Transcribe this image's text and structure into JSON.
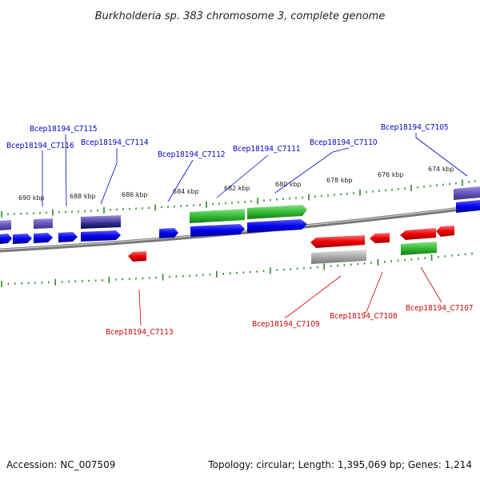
{
  "title": "Burkholderia sp. 383 chromosome 3, complete genome",
  "footer": {
    "accession": "Accession: NC_007509",
    "summary": "Topology: circular; Length: 1,395,069 bp; Genes: 1,214"
  },
  "scale_labels": [
    "674 kbp",
    "676 kbp",
    "678 kbp",
    "680 kbp",
    "682 kbp",
    "684 kbp",
    "686 kbp",
    "688 kbp",
    "690 kbp"
  ],
  "gene_labels_top": [
    "Bcep18194_C7115",
    "Bcep18194_C7116",
    "Bcep18194_C7114",
    "Bcep18194_C7112",
    "Bcep18194_C7111",
    "Bcep18194_C7110",
    "Bcep18194_C7105"
  ],
  "gene_labels_bottom": [
    "Bcep18194_C7113",
    "Bcep18194_C7109",
    "Bcep18194_C7108",
    "Bcep18194_C7107"
  ],
  "colors": {
    "blue_gene": "#0000ee",
    "green_gene": "#33bb33",
    "red_gene": "#ee0000",
    "purple_gene": "#6655bb",
    "gray_gene": "#aaaaaa",
    "backbone": "#888888",
    "tick": "#2a8a2a",
    "label_blue": "#0000cc",
    "label_red": "#cc0000"
  }
}
